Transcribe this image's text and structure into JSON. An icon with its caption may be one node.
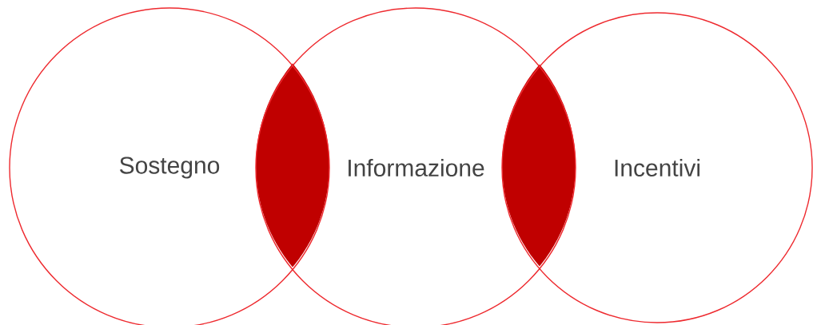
{
  "diagram": {
    "nodes": [
      {
        "text": [
          "Sostegno"
        ]
      },
      {
        "text": [
          "Informazione"
        ]
      },
      {
        "text": [
          "Incentivi"
        ]
      },
      {
        "text": [],
        "shape": "lens"
      },
      {
        "text": [],
        "shape": "lens"
      }
    ]
  }
}
